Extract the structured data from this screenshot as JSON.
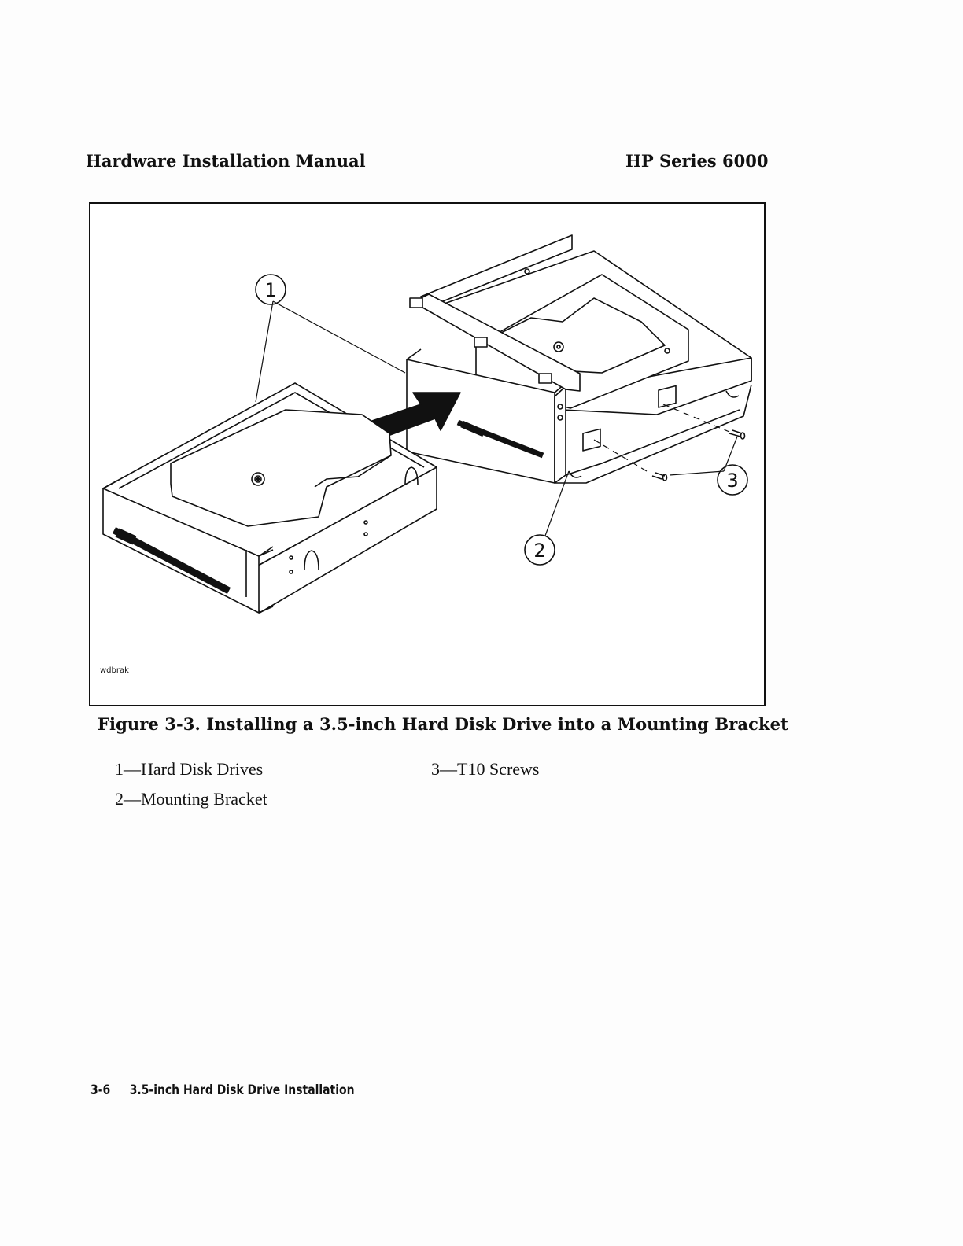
{
  "header": {
    "left": "Hardware Installation Manual",
    "right": "HP Series 6000"
  },
  "figure": {
    "code": "wdbrak",
    "callouts": [
      "1",
      "2",
      "3"
    ],
    "caption": "Figure 3-3. Installing a 3.5-inch Hard Disk Drive into a Mounting Bracket"
  },
  "legend": {
    "items": [
      "1—Hard Disk Drives",
      "2—Mounting Bracket",
      "3—T10 Screws"
    ]
  },
  "footer": {
    "page_number": "3-6",
    "section_title": "3.5-inch Hard Disk Drive Installation"
  }
}
